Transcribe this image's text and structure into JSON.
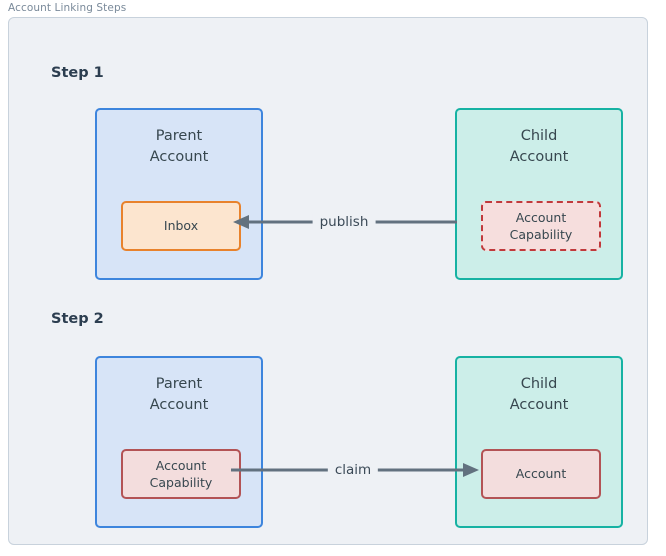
{
  "panel": {
    "title": "Account Linking Steps",
    "background": "#eef1f5",
    "border_color": "#c8d2dc"
  },
  "steps": [
    {
      "label": "Step 1",
      "parent": {
        "title_line1": "Parent",
        "title_line2": "Account",
        "fill": "#d7e4f7",
        "border": "#3d85dd",
        "chip": {
          "text": "Inbox",
          "fill": "#fce5cf",
          "border": "#e8822c",
          "border_style": "solid"
        }
      },
      "child": {
        "title_line1": "Child",
        "title_line2": "Account",
        "fill": "#cceee9",
        "border": "#16b2a3",
        "chip": {
          "text_line1": "Account",
          "text_line2": "Capability",
          "fill": "#f6dedd",
          "border": "#c0393b",
          "border_style": "dashed"
        }
      },
      "arrow": {
        "label": "publish",
        "direction": "left",
        "color": "#62717f"
      }
    },
    {
      "label": "Step 2",
      "parent": {
        "title_line1": "Parent",
        "title_line2": "Account",
        "fill": "#d7e4f7",
        "border": "#3d85dd",
        "chip": {
          "text_line1": "Account",
          "text_line2": "Capability",
          "fill": "#f3dddd",
          "border": "#b35355",
          "border_style": "solid"
        }
      },
      "child": {
        "title_line1": "Child",
        "title_line2": "Account",
        "fill": "#cceee9",
        "border": "#16b2a3",
        "chip": {
          "text": "Account",
          "fill": "#f3dddd",
          "border": "#b35355",
          "border_style": "solid"
        }
      },
      "arrow": {
        "label": "claim",
        "direction": "right",
        "color": "#62717f"
      }
    }
  ]
}
